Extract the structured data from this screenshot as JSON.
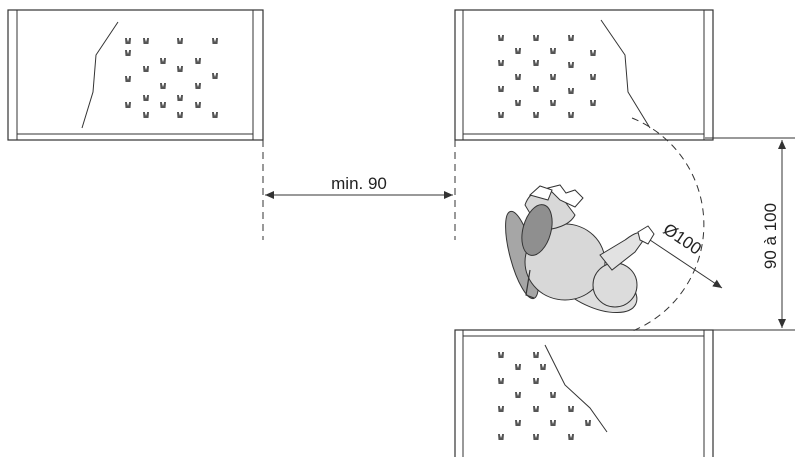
{
  "dimensions": {
    "aisle_width": "min. 90",
    "turning_diameter": "Ø100",
    "aisle_depth": "90 à 100"
  },
  "colors": {
    "line": "#333333",
    "figure_fill": "#d9d9d9",
    "figure_dark": "#9a9a9a",
    "shelf_fill": "#ffffff"
  }
}
